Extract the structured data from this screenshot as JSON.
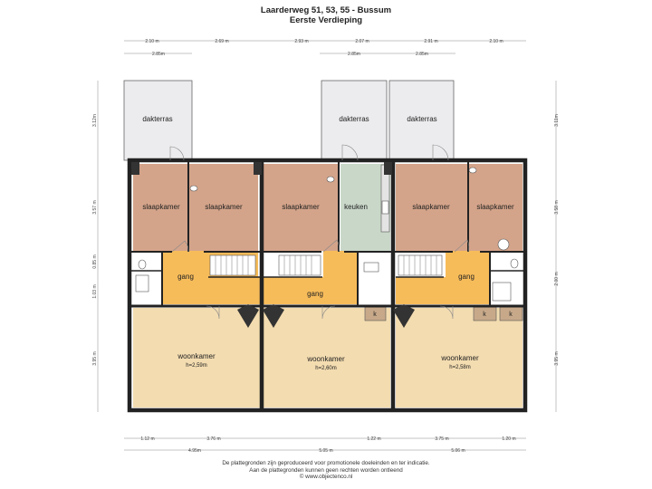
{
  "header": {
    "title": "Laarderweg 51, 53, 55 - Bussum",
    "subtitle": "Eerste Verdieping"
  },
  "rooms": {
    "dakterras_left": "dakterras",
    "dakterras_mid": "dakterras",
    "dakterras_right": "dakterras",
    "slaapkamer_1": "slaapkamer",
    "slaapkamer_2": "slaapkamer",
    "slaapkamer_3": "slaapkamer",
    "keuken": "keuken",
    "slaapkamer_4": "slaapkamer",
    "slaapkamer_5": "slaapkamer",
    "gang_left": "gang",
    "gang_mid": "gang",
    "gang_right": "gang",
    "woonkamer_left": "woonkamer",
    "woonkamer_mid": "woonkamer",
    "woonkamer_right": "woonkamer",
    "height_left": "h=2,59m",
    "height_mid": "h=2,60m",
    "height_right": "h=2,58m",
    "k_mid": "k",
    "k_right_1": "k",
    "k_right_2": "k"
  },
  "dimensions": {
    "top": [
      "2.10 m",
      "2.69 m",
      "2.93 m",
      "2.07 m",
      "2.91 m",
      "2.10 m"
    ],
    "top_second": [
      "2.85m",
      "2.85m",
      "2.85m"
    ],
    "bottom_1": [
      "1.12 m",
      "3.76 m",
      "1.22 m",
      "3.75 m",
      "1.20 m"
    ],
    "bottom_2": [
      "4.95m",
      "5.05 m",
      "5.06 m"
    ],
    "left": [
      "3.12m",
      "3.57 m",
      "0.85 m",
      "1.03 m",
      "3.95 m"
    ],
    "right": [
      "3.11m",
      "3.58 m",
      "2.00 m",
      "3.95 m"
    ]
  },
  "footer": {
    "line1": "De plattegronden zijn geproduceerd voor promotionele doeleinden en ter indicatie.",
    "line2": "Aan de plattegronden kunnen geen rechten worden ontleend",
    "line3": "© www.objectenco.nl"
  },
  "colors": {
    "bedroom": "#d4a48a",
    "hallway": "#f7bc5a",
    "living": "#f3dcb0",
    "kitchen": "#c9d7c9",
    "terrace": "#ececee",
    "wall": "#222222"
  }
}
